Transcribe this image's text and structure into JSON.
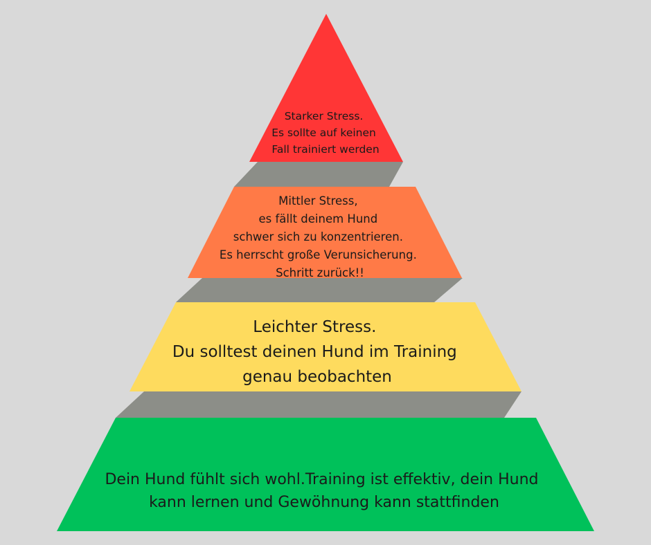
{
  "pyramid": {
    "colors": {
      "background": "#d9d9d9",
      "connector": "#8c8e88",
      "top": "#ff3636",
      "upper_middle": "#ff7a47",
      "lower_middle": "#fedb5e",
      "base": "#00c15a"
    },
    "levels": {
      "top": {
        "lines": [
          "Starker Stress.",
          "Es sollte auf keinen",
          "Fall trainiert werden"
        ]
      },
      "upper_middle": {
        "lines": [
          "Mittler Stress,",
          "es fällt deinem Hund",
          "schwer sich zu konzentrieren.",
          "Es herrscht große Verunsicherung.",
          "Schritt zurück!!"
        ]
      },
      "lower_middle": {
        "lines": [
          "Leichter Stress.",
          "Du solltest deinen Hund im Training",
          "genau beobachten"
        ]
      },
      "base": {
        "lines": [
          "Dein Hund fühlt sich wohl.Training ist effektiv, dein Hund",
          "kann lernen und Gewöhnung kann stattfinden"
        ]
      }
    }
  }
}
